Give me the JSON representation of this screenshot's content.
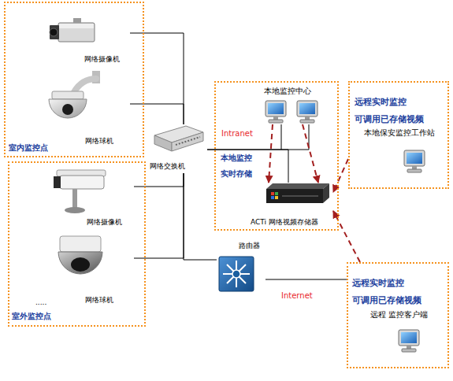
{
  "diagram": {
    "nodes": [
      {
        "text": [
          "室内监控点"
        ]
      },
      {
        "text": [
          "网络摄像机"
        ],
        "in": 0
      },
      {
        "text": [
          "网络球机"
        ],
        "in": 0
      },
      {
        "text": [
          ".....",
          "室外监控点"
        ]
      },
      {
        "text": [
          "网络摄像机"
        ],
        "in": 3
      },
      {
        "text": [
          "网络球机"
        ],
        "in": 3
      },
      {
        "text": [
          "网络交换机"
        ]
      },
      {
        "text": [
          "本地监控 实时存储"
        ]
      },
      {
        "text": [
          "本地监控中心"
        ],
        "in": 7
      },
      {
        "text": [
          "ACTi 网络视频存储器"
        ],
        "in": 7
      },
      {
        "text": [
          "路由器"
        ]
      },
      {
        "text": [
          "远程实时监控 可调用已存储视频",
          "本地保安监控工作站"
        ]
      },
      {
        "text": [
          "远程实时监控 可调用已存储视频",
          "远程 监控客户端"
        ]
      }
    ],
    "edges": [
      {
        "from": 1,
        "to": 6,
        "arrow": "none"
      },
      {
        "from": 2,
        "to": 6,
        "arrow": "none"
      },
      {
        "from": 4,
        "to": 6,
        "arrow": "none"
      },
      {
        "from": 5,
        "to": 6,
        "arrow": "none"
      },
      {
        "from": 6,
        "to": 10,
        "arrow": "none"
      },
      {
        "from": 6,
        "to": 8,
        "label": "Intranet",
        "arrow": "none"
      },
      {
        "from": 6,
        "to": 9,
        "arrow": "none"
      },
      {
        "from": 8,
        "to": 9,
        "arrow": "to"
      },
      {
        "from": 8,
        "to": 9,
        "arrow": "to"
      },
      {
        "from": 11,
        "to": 9,
        "arrow": "to"
      },
      {
        "from": 12,
        "to": 9,
        "arrow": "to"
      },
      {
        "from": 10,
        "to": 12,
        "label": "Internet",
        "arrow": "none"
      }
    ]
  }
}
